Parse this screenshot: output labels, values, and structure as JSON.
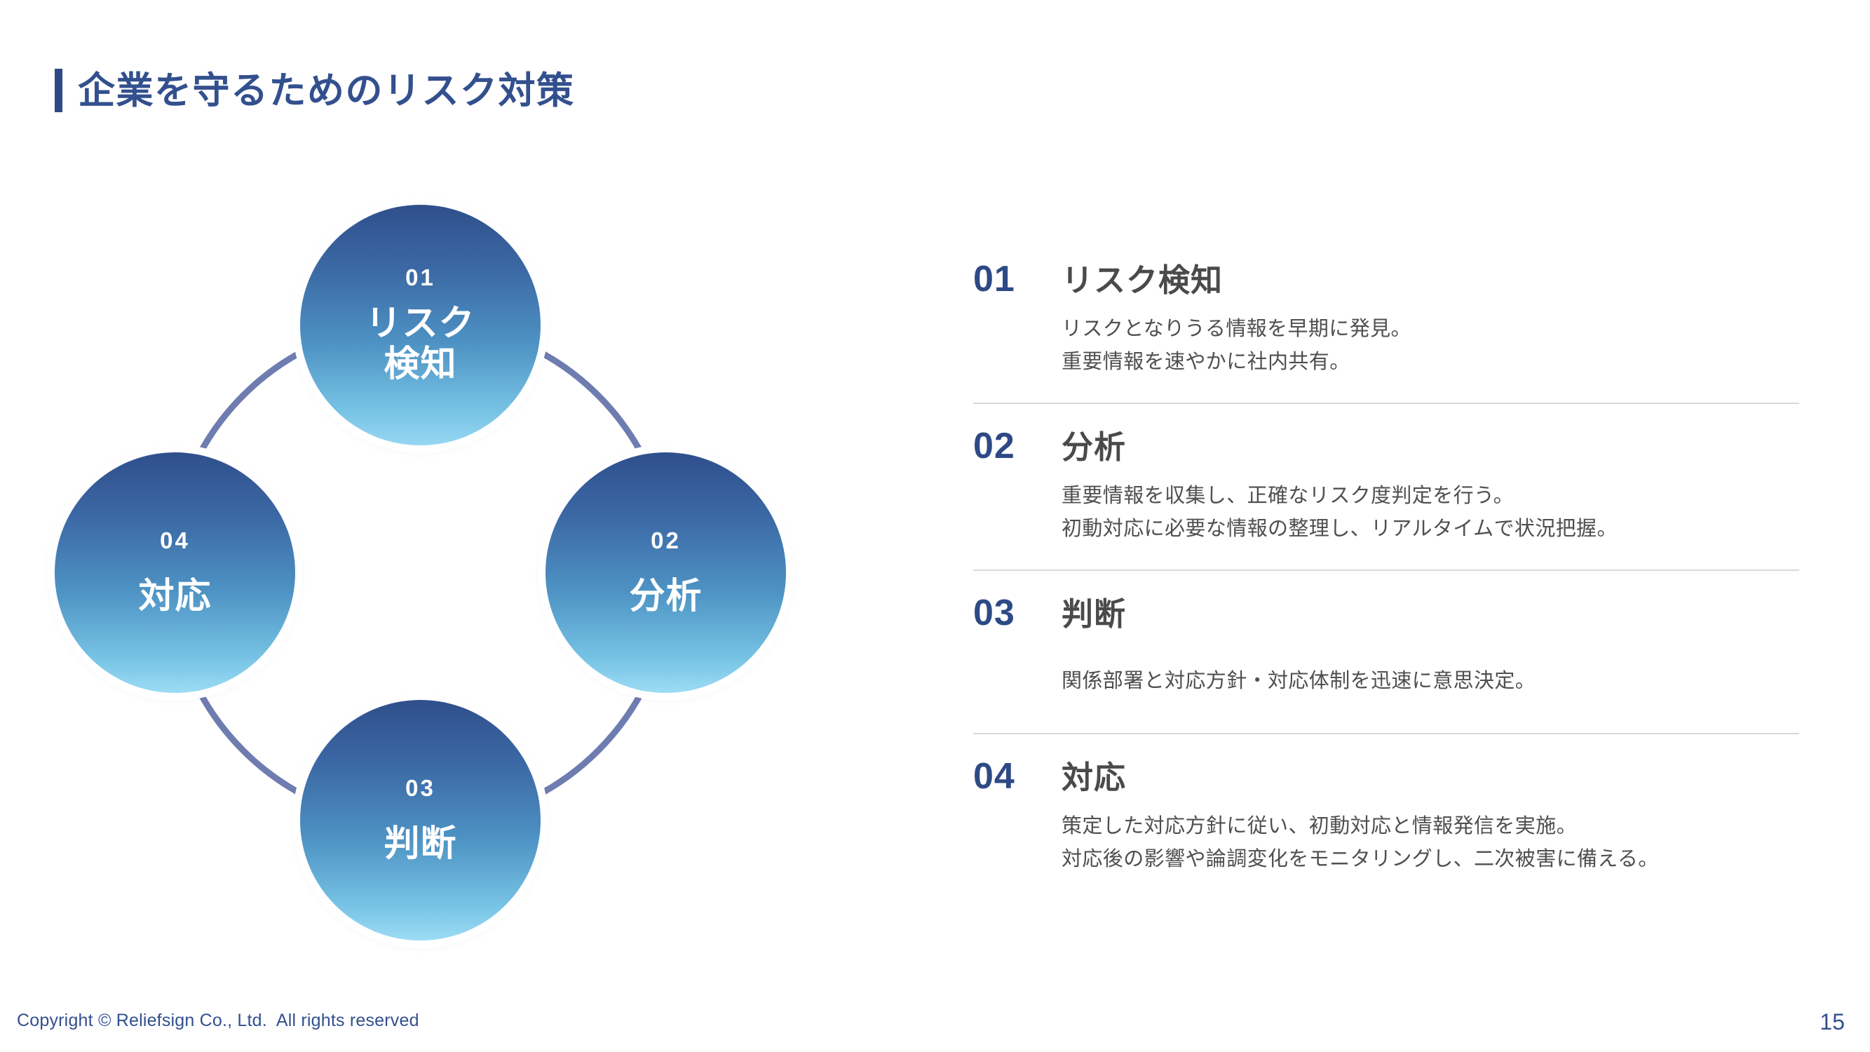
{
  "slide": {
    "title": "企業を守るためのリスク対策",
    "accent_color": "#2e4a86",
    "title_color": "#33508e",
    "background": "#ffffff"
  },
  "diagram": {
    "ring_color": "#6e7cb0",
    "nodes": [
      {
        "num": "01",
        "label": "リスク\n検知",
        "label_line1": "リスク",
        "label_line2": "検知",
        "position": "top",
        "gradient_from": "#2f4f8c",
        "gradient_to": "#96d7f2"
      },
      {
        "num": "02",
        "label": "分析",
        "label_line1": "分析",
        "label_line2": "",
        "position": "right",
        "gradient_from": "#2f4f8c",
        "gradient_to": "#9cdcf5"
      },
      {
        "num": "03",
        "label": "判断",
        "label_line1": "判断",
        "label_line2": "",
        "position": "bottom",
        "gradient_from": "#2f4f8c",
        "gradient_to": "#9cdcf5"
      },
      {
        "num": "04",
        "label": "対応",
        "label_line1": "対応",
        "label_line2": "",
        "position": "left",
        "gradient_from": "#2f4f8c",
        "gradient_to": "#9cdcf5"
      }
    ]
  },
  "list": {
    "number_color": "#2e4a86",
    "items": [
      {
        "num": "01",
        "title": "リスク検知",
        "desc_line1": "リスクとなりうる情報を早期に発見。",
        "desc_line2": "重要情報を速やかに社内共有。"
      },
      {
        "num": "02",
        "title": "分析",
        "desc_line1": "重要情報を収集し、正確なリスク度判定を行う。",
        "desc_line2": "初動対応に必要な情報の整理し、リアルタイムで状況把握。"
      },
      {
        "num": "03",
        "title": "判断",
        "desc_line1": "関係部署と対応方針・対応体制を迅速に意思決定。",
        "desc_line2": ""
      },
      {
        "num": "04",
        "title": "対応",
        "desc_line1": "策定した対応方針に従い、初動対応と情報発信を実施。",
        "desc_line2": "対応後の影響や論調変化をモニタリングし、二次被害に備える。"
      }
    ]
  },
  "footer": {
    "copyright": "Copyright © Reliefsign Co., Ltd.  All rights reserved",
    "page_number": "15"
  }
}
